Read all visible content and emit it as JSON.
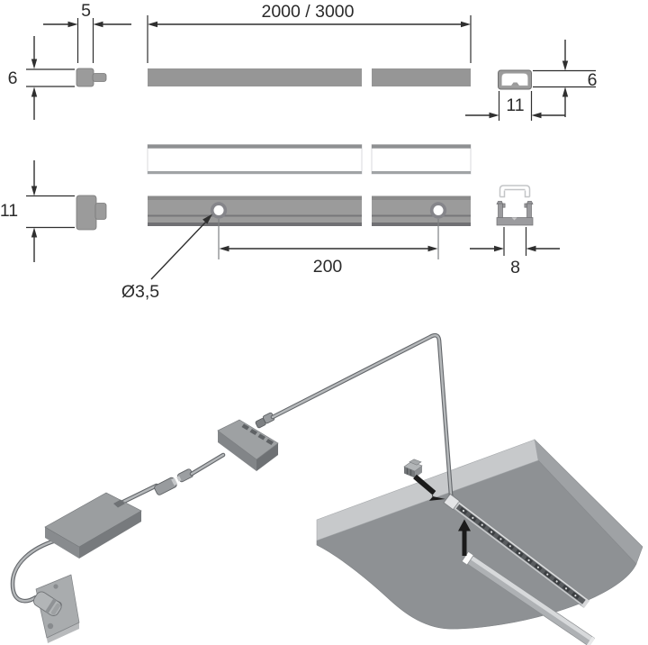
{
  "diagram": {
    "labels": {
      "cap_width": "5",
      "profile_length": "2000 / 3000",
      "cap_height": "6",
      "section_height": "6",
      "section_width": "11",
      "rail_height": "11",
      "hole_diameter": "Ø3,5",
      "hole_spacing": "200",
      "channel_width": "8"
    }
  },
  "colors": {
    "line": "#2f2f2f",
    "profile_gray": "#969696",
    "rail_gray": "#9b9b9b",
    "rail_dark_edge": "#707073",
    "shelf_light": "#c7c9cb",
    "shelf_side": "#9fa2a5",
    "shelf_bottom": "#8e9194",
    "cable_outline": "#63666a",
    "cable_fill": "#b6b9bb",
    "arrow_black": "#1b1b1b",
    "led_channel": "#c6c8ca",
    "led_strip_dark": "#595c5f",
    "white": "#ffffff"
  }
}
